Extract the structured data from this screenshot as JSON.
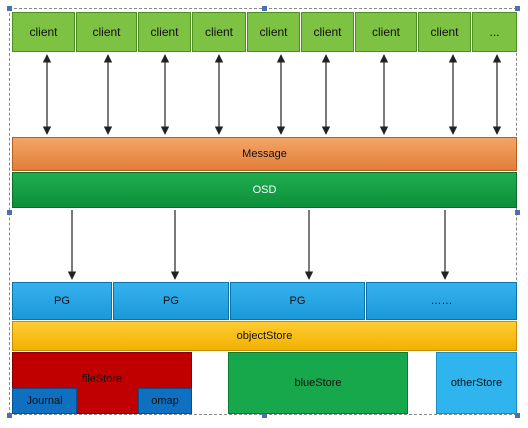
{
  "clients": [
    "client",
    "client",
    "client",
    "client",
    "client",
    "client",
    "client",
    "client",
    "..."
  ],
  "layers": {
    "message": "Message",
    "osd": "OSD",
    "pgs": [
      "PG",
      "PG",
      "PG",
      "……"
    ],
    "object_store": "objectStore"
  },
  "stores": {
    "filestore": "fileStore",
    "journal": "Journal",
    "omap": "omap",
    "bluestore": "blueStore",
    "otherstore": "otherStore"
  }
}
